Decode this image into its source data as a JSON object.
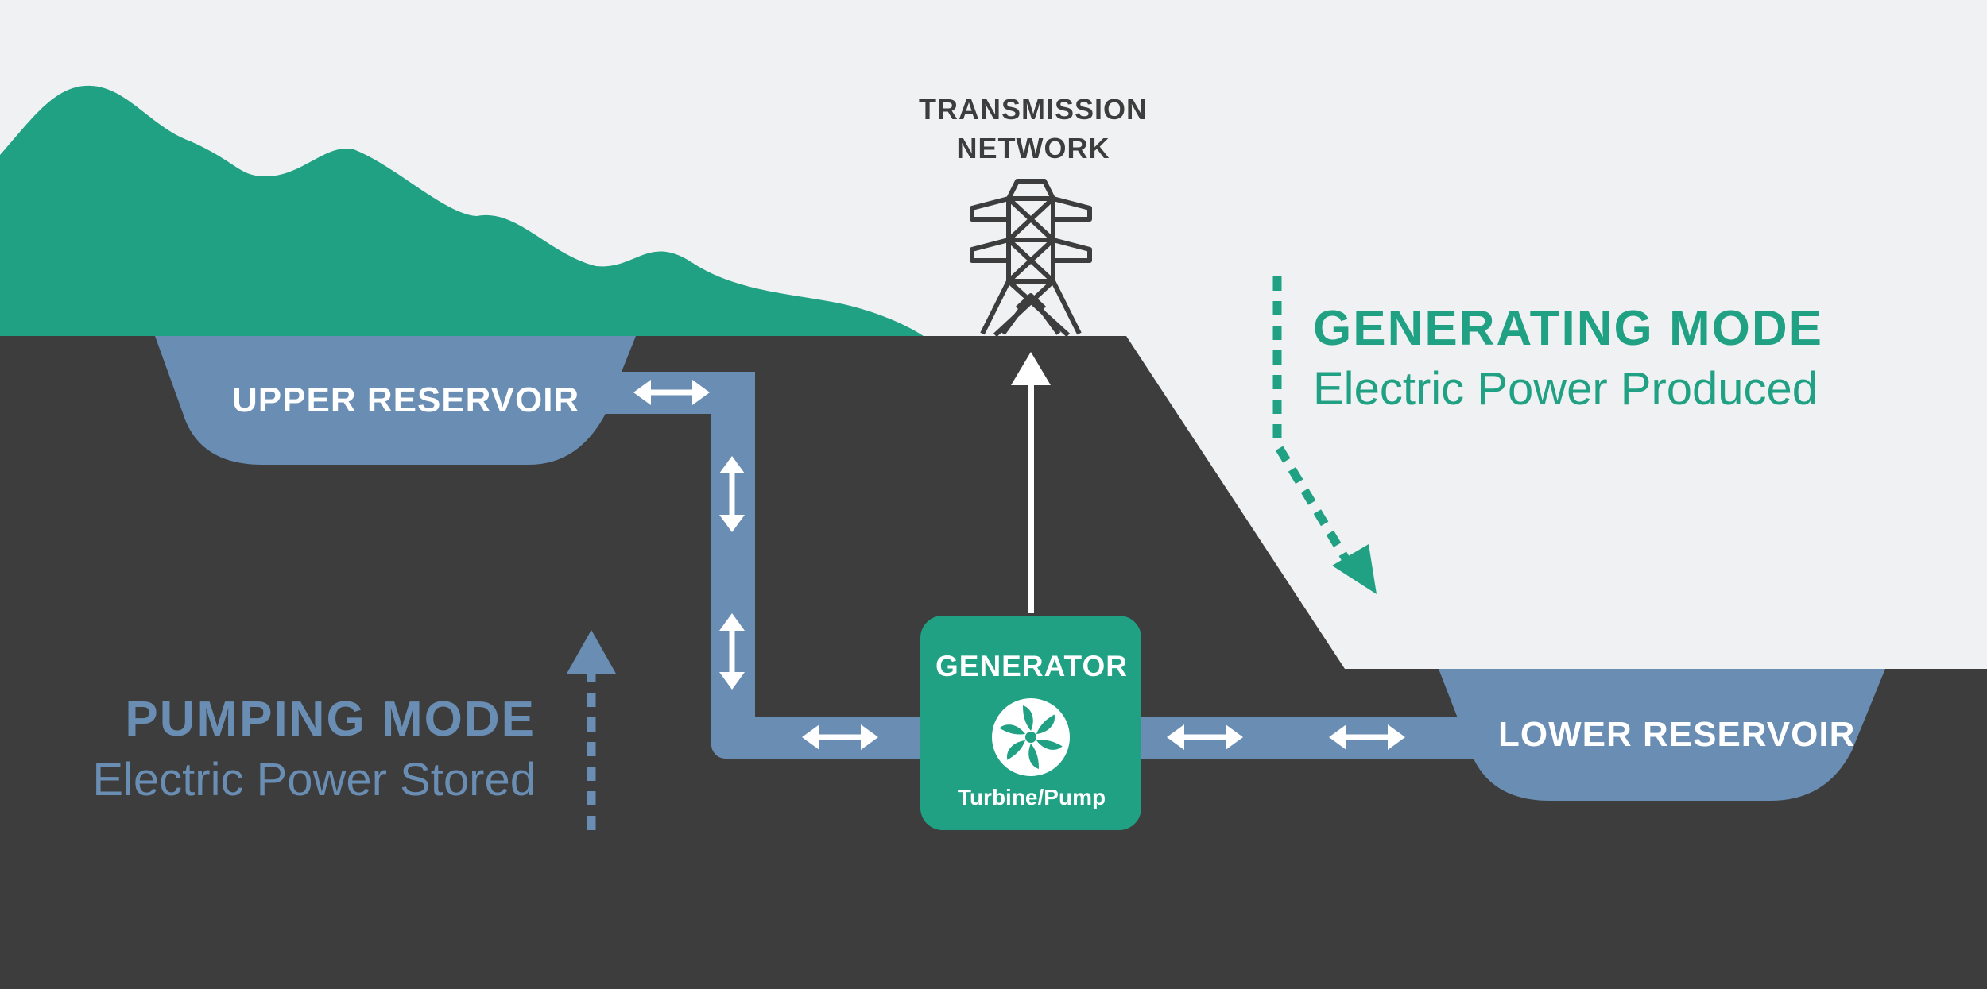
{
  "labels": {
    "transmission_line1": "TRANSMISSION",
    "transmission_line2": "NETWORK",
    "upper_reservoir": "UPPER RESERVOIR",
    "lower_reservoir": "LOWER RESERVOIR",
    "generator": "GENERATOR",
    "turbine_pump": "Turbine/Pump",
    "generating_mode_title": "GENERATING MODE",
    "generating_mode_subtitle": "Electric Power Produced",
    "pumping_mode_title": "PUMPING MODE",
    "pumping_mode_subtitle": "Electric Power Stored"
  },
  "colors": {
    "sky": "#f0f1f2",
    "ground": "#3d3d3d",
    "hills": "#21a184",
    "water": "#6a8db3",
    "generator_box": "#21a184",
    "generating_mode": "#21a184",
    "pumping_mode": "#6a8db3",
    "arrow": "#ffffff"
  },
  "icons": {
    "tower": "transmission-tower-icon",
    "fan": "turbine-fan-icon"
  }
}
